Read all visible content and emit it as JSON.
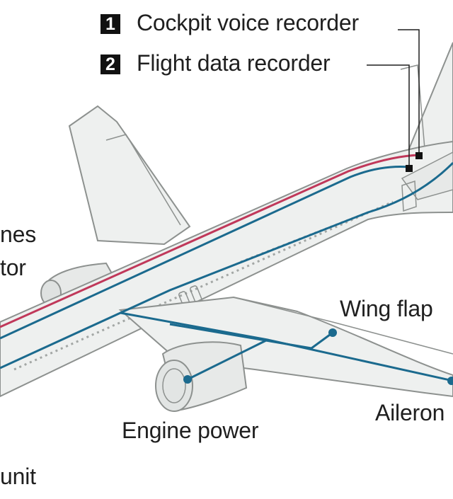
{
  "legend": [
    {
      "number": "1",
      "label": "Cockpit voice recorder"
    },
    {
      "number": "2",
      "label": "Flight data recorder"
    }
  ],
  "labels": {
    "left_upper": "nes",
    "left_lower": "tor",
    "wing_flap": "Wing flap",
    "engine_power": "Engine power",
    "aileron": "Aileron",
    "bottom_left": "unit"
  },
  "colors": {
    "voice_line": "#c0385a",
    "data_line": "#1b6a8e",
    "fuselage": "#eef0ef",
    "outline": "#8d918f",
    "text": "#1f1f1f"
  }
}
